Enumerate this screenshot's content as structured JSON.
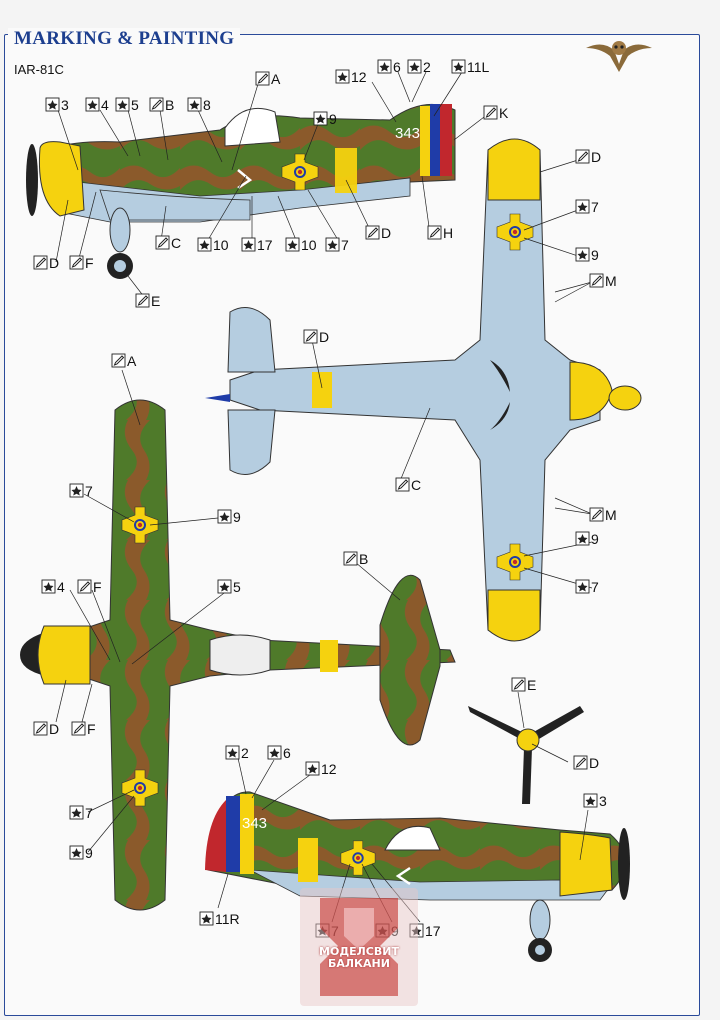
{
  "header": {
    "title": "MARKING & PAINTING",
    "model": "IAR-81C"
  },
  "aircraft_code": "343",
  "watermark": {
    "line1": "МОДЕЛСВИТ",
    "line2": "БАЛКАНИ"
  },
  "colors": {
    "frame": "#2a4a9a",
    "title": "#1d3f8f",
    "green": "#4f7a2a",
    "brown": "#8b5a2b",
    "light_blue": "#b5cde0",
    "yellow": "#f5d20f",
    "flag_blue": "#1f3ca8",
    "flag_red": "#c1272d"
  },
  "callouts": {
    "c3": "3",
    "c4": "4",
    "c5": "5",
    "c6": "6",
    "c7": "7",
    "c8": "8",
    "c9": "9",
    "c2": "2",
    "c10": "10",
    "c11L": "11L",
    "c11R": "11R",
    "c12": "12",
    "c17": "17",
    "A": "A",
    "B": "B",
    "C": "C",
    "D": "D",
    "E": "E",
    "F": "F",
    "H": "H",
    "K": "K",
    "M": "M"
  }
}
